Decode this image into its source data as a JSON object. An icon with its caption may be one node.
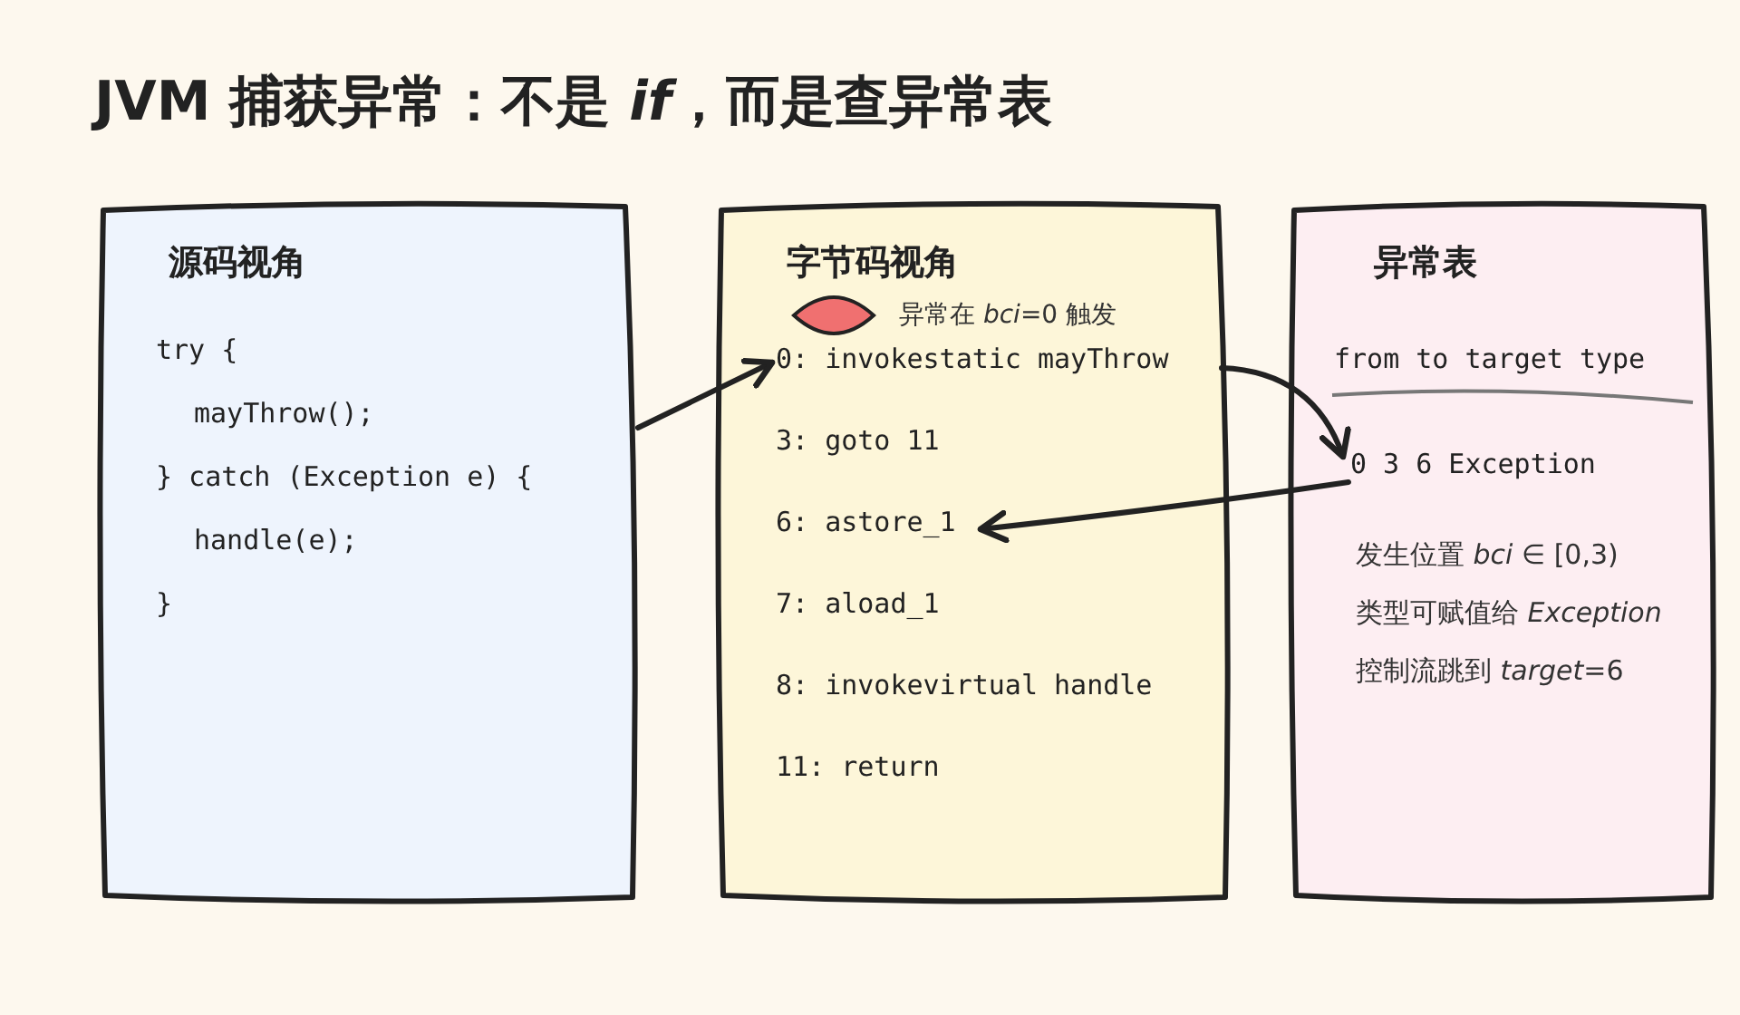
{
  "diagram": {
    "title": "JVM 捕获异常：不是 *if*，而是查异常表",
    "nodes": [
      {
        "text": [
          "源码视角"
        ]
      },
      {
        "text": [
          "try {"
        ],
        "in": 0
      },
      {
        "text": [
          "mayThrow();"
        ],
        "in": 0
      },
      {
        "text": [
          "} catch (Exception e) {"
        ],
        "in": 0
      },
      {
        "text": [
          "handle(e);"
        ],
        "in": 0
      },
      {
        "text": [
          "}"
        ],
        "in": 0
      },
      {
        "text": [
          "字节码视角"
        ]
      },
      {
        "text": [
          "0: invokestatic mayThrow"
        ],
        "in": 6
      },
      {
        "text": [
          "3: goto 11"
        ],
        "in": 6
      },
      {
        "text": [
          "6: astore_1"
        ],
        "in": 6
      },
      {
        "text": [
          "7: aload_1"
        ],
        "in": 6
      },
      {
        "text": [
          "8: invokevirtual handle"
        ],
        "in": 6
      },
      {
        "text": [
          "11: return"
        ],
        "in": 6
      },
      {
        "text": [
          "异常表"
        ]
      },
      {
        "text": [
          "from to target type"
        ],
        "in": 13
      },
      {
        "text": [
          "0 3 6 Exception"
        ],
        "in": 13
      }
    ],
    "edges": [
      {
        "from": 0,
        "to": 7,
        "arrow": "to"
      },
      {
        "from": 7,
        "to": 15,
        "arrow": "to"
      },
      {
        "from": 15,
        "to": 9,
        "arrow": "to"
      }
    ],
    "labels": [
      "异常在 *bci*=0 触发",
      "发生位置 *bci* ∈ [0,3)",
      "类型可赋值给 *Exception*",
      "控制流跳到 *target*=6"
    ]
  }
}
